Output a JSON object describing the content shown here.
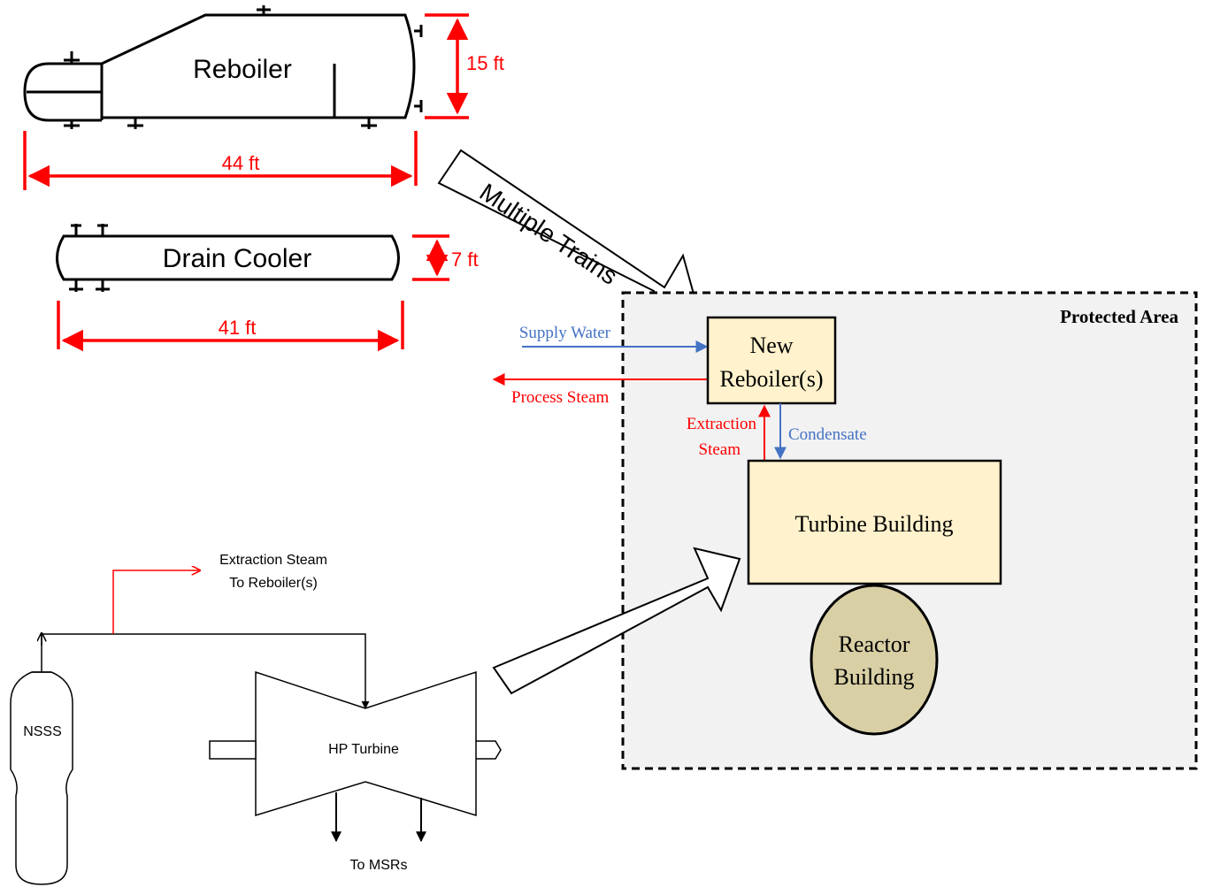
{
  "equipment": {
    "reboiler": {
      "label": "Reboiler",
      "length": "44 ft",
      "height": "15 ft"
    },
    "drain_cooler": {
      "label": "Drain Cooler",
      "length": "41 ft",
      "height": "7 ft"
    }
  },
  "multiple_trains_label": "Multiple Trains",
  "plant": {
    "protected_area": "Protected Area",
    "new_reboiler_line1": "New",
    "new_reboiler_line2": "Reboiler(s)",
    "supply_water": "Supply Water",
    "process_steam": "Process Steam",
    "extraction_steam_line1": "Extraction",
    "extraction_steam_line2": "Steam",
    "condensate": "Condensate",
    "turbine_building": "Turbine Building",
    "reactor_building_line1": "Reactor",
    "reactor_building_line2": "Building"
  },
  "schematic": {
    "extraction_line1": "Extraction Steam",
    "extraction_line2": "To Reboiler(s)",
    "nsss": "NSSS",
    "hp_turbine": "HP Turbine",
    "to_msrs": "To MSRs"
  },
  "colors": {
    "dimension": "#ff0000",
    "water": "#4472c4",
    "steam": "#ff0000",
    "building_fill": "#fff2cc",
    "area_fill": "#f2f2f2",
    "reactor_fill": "#d9cfa5"
  }
}
